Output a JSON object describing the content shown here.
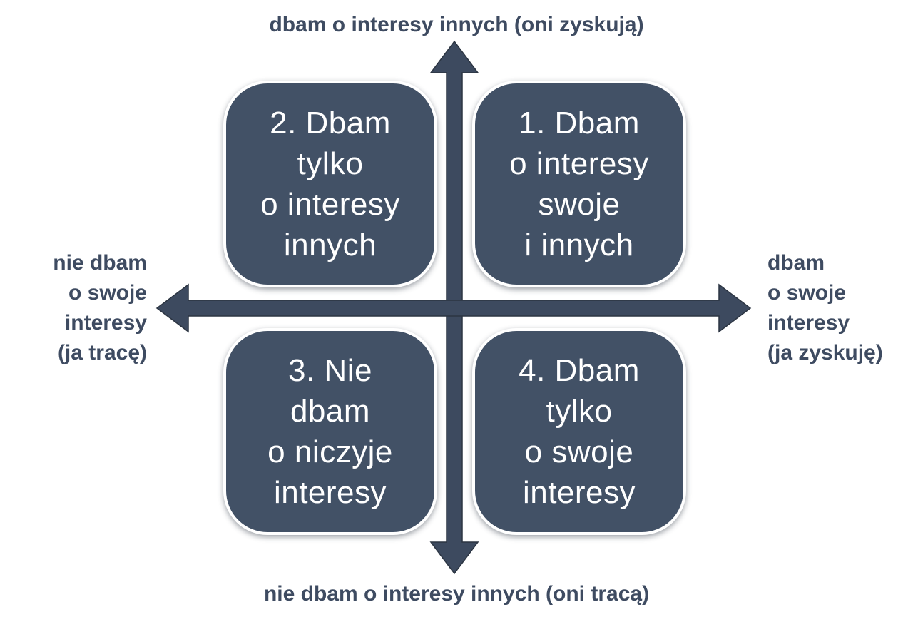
{
  "diagram": {
    "type": "quadrant-matrix",
    "axis_labels": {
      "top": "dbam o interesy innych (oni zyskują)",
      "bottom": "nie dbam o interesy innych (oni tracą)",
      "left": "nie dbam\no swoje\ninteresy\n(ja tracę)",
      "right": "dbam\no swoje\ninteresy\n(ja zyskuję)"
    },
    "quadrants": {
      "q1": "1. Dbam\no interesy\nswoje\ni innych",
      "q2": "2. Dbam\ntylko\no interesy\ninnych",
      "q3": "3. Nie\ndbam\no niczyje\ninteresy",
      "q4": "4. Dbam\ntylko\no swoje\ninteresy"
    },
    "colors": {
      "background": "#ffffff",
      "box_fill": "#425166",
      "box_border": "#ffffff",
      "box_text": "#ffffff",
      "arrow": "#3d4a5f",
      "label_text": "#3e4b61"
    }
  }
}
